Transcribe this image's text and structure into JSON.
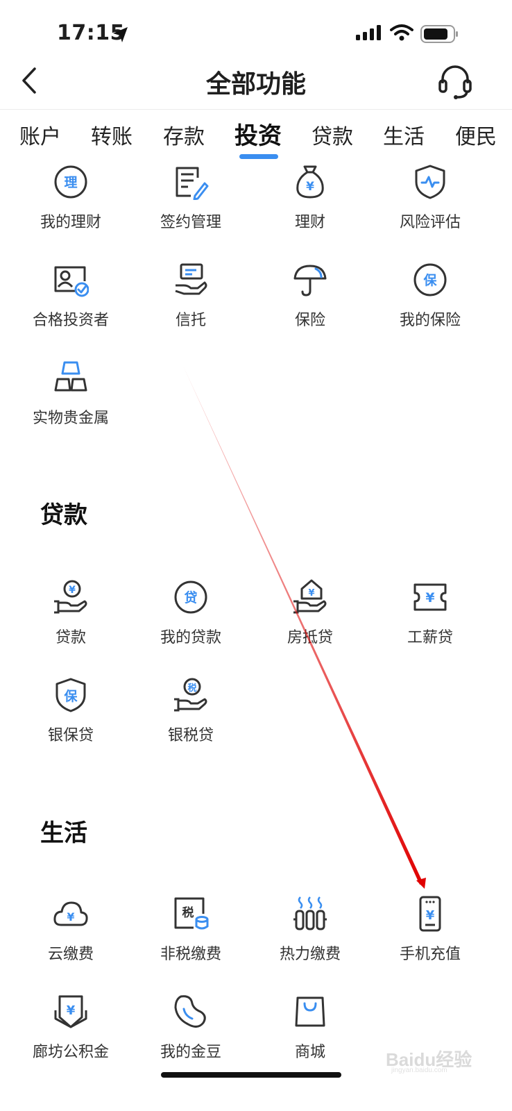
{
  "status_bar": {
    "time": "17:15"
  },
  "header": {
    "title": "全部功能"
  },
  "tabs": [
    "账户",
    "转账",
    "存款",
    "投资",
    "贷款",
    "生活",
    "便民"
  ],
  "active_tab": "投资",
  "accent_color": "#3a8ef0",
  "investment_items": [
    {
      "label": "我的理财",
      "icon": "wealth-badge-icon"
    },
    {
      "label": "签约管理",
      "icon": "contract-edit-icon"
    },
    {
      "label": "理财",
      "icon": "money-bag-icon"
    },
    {
      "label": "风险评估",
      "icon": "shield-pulse-icon"
    },
    {
      "label": "合格投资者",
      "icon": "id-card-check-icon"
    },
    {
      "label": "信托",
      "icon": "hand-card-icon"
    },
    {
      "label": "保险",
      "icon": "umbrella-icon"
    },
    {
      "label": "我的保险",
      "icon": "insurance-badge-icon"
    },
    {
      "label": "实物贵金属",
      "icon": "gold-bars-icon"
    }
  ],
  "loan_section": {
    "title": "贷款",
    "items": [
      {
        "label": "贷款",
        "icon": "hand-coin-icon"
      },
      {
        "label": "我的贷款",
        "icon": "loan-badge-icon"
      },
      {
        "label": "房抵贷",
        "icon": "house-hand-icon"
      },
      {
        "label": "工薪贷",
        "icon": "ticket-yuan-icon"
      },
      {
        "label": "银保贷",
        "icon": "shield-bao-icon"
      },
      {
        "label": "银税贷",
        "icon": "hand-tax-coin-icon"
      }
    ],
    "badge_dai": "贷",
    "badge_bao": "保",
    "badge_shui": "税"
  },
  "life_section": {
    "title": "生活",
    "items": [
      {
        "label": "云缴费",
        "icon": "cloud-yuan-icon"
      },
      {
        "label": "非税缴费",
        "icon": "tax-doc-coin-icon"
      },
      {
        "label": "热力缴费",
        "icon": "radiator-icon"
      },
      {
        "label": "手机充值",
        "icon": "phone-yuan-icon"
      },
      {
        "label": "廊坊公积金",
        "icon": "pocket-yuan-icon"
      },
      {
        "label": "我的金豆",
        "icon": "bean-icon"
      },
      {
        "label": "商城",
        "icon": "shopping-bag-icon"
      }
    ],
    "badge_shui": "税"
  },
  "icon_glyphs": {
    "li": "理",
    "bao": "保",
    "yuan": "¥"
  },
  "watermark": {
    "text": "Baidu经验",
    "sub": "jingyan.baidu.com"
  }
}
